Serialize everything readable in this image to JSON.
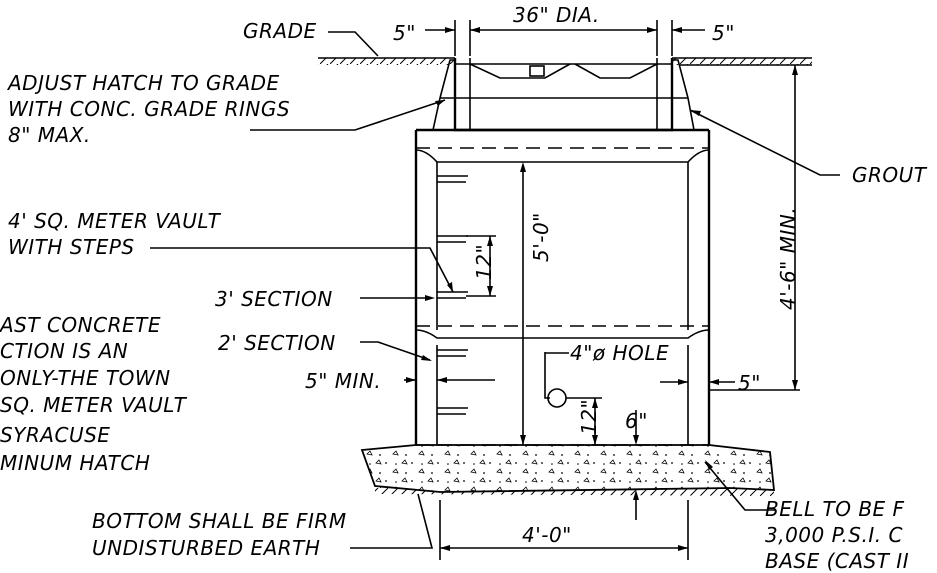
{
  "labels": {
    "grade": "GRADE",
    "dim_5_left": "5\"",
    "dim_36_dia": "36\" DIA.",
    "dim_5_right": "5\"",
    "adjust_1": "ADJUST HATCH TO GRADE",
    "adjust_2": "WITH CONC. GRADE RINGS",
    "adjust_3": "8\" MAX.",
    "grout": "GROUT",
    "vault_1": "4' SQ. METER VAULT",
    "vault_2": "WITH STEPS",
    "dim_12_step": "12\"",
    "dim_5_0": "5'-0\"",
    "dim_4_6_min": "4'-6\" MIN.",
    "section_3": "3' SECTION",
    "section_2": "2' SECTION",
    "note_1": "AST CONCRETE",
    "note_2": "CTION IS AN",
    "note_3": "ONLY-THE TOWN",
    "note_4": "SQ. METER VAULT",
    "note_5": "SYRACUSE",
    "note_6": "MINUM HATCH",
    "hole": "4\"ø HOLE",
    "dim_5_min": "5\" MIN.",
    "dim_5_side": "5\"",
    "dim_12_hole": "12\"",
    "dim_6": "6\"",
    "bottom_1": "BOTTOM SHALL BE FIRM",
    "bottom_2": "UNDISTURBED EARTH",
    "dim_4_0": "4'-0\"",
    "bell_1": "BELL TO BE F",
    "bell_2": "3,000 P.S.I. C",
    "bell_3": "BASE (CAST II"
  }
}
